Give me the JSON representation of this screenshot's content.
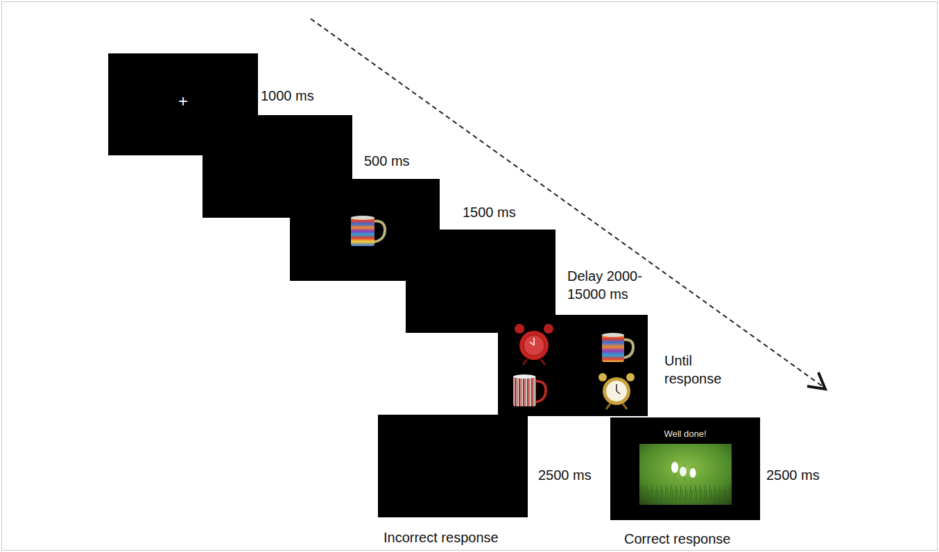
{
  "diagram": {
    "nodes": [
      {
        "text": [
          "+",
          "1000 ms"
        ]
      },
      {
        "text": [
          "500 ms"
        ]
      },
      {
        "text": [
          "1500 ms"
        ]
      },
      {
        "text": [
          "Delay 2000-15000 ms"
        ]
      },
      {
        "text": [
          "Until response"
        ]
      },
      {
        "text": [
          "2500 ms",
          "Incorrect response"
        ]
      },
      {
        "text": [
          "Well done!",
          "2500 ms",
          "Correct response"
        ]
      }
    ]
  }
}
